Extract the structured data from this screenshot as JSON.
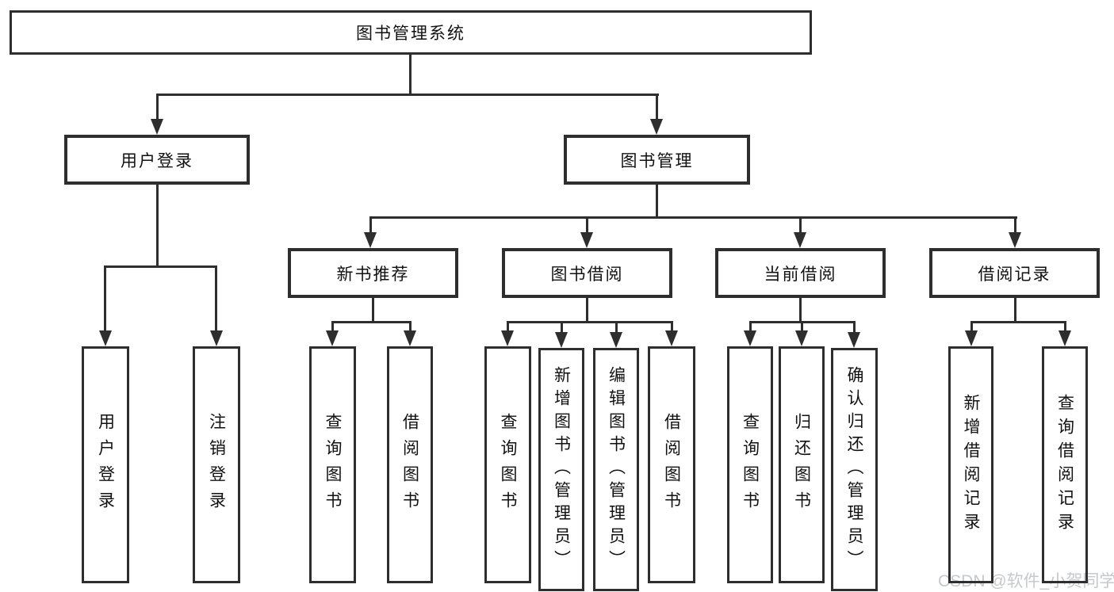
{
  "colors": {
    "line": "#2e2e2e",
    "text": "#111111",
    "background": "#ffffff",
    "watermark_color": "#c5c8ce"
  },
  "tree": {
    "root": {
      "label": "图书管理系统"
    },
    "level2": [
      {
        "label": "用户登录"
      },
      {
        "label": "图书管理"
      }
    ],
    "level3": [
      {
        "label": "新书推荐"
      },
      {
        "label": "图书借阅"
      },
      {
        "label": "当前借阅"
      },
      {
        "label": "借阅记录"
      }
    ],
    "leaves": {
      "user_login": [
        "用户登录",
        "注销登录"
      ],
      "new_book_recommend": [
        "查询图书",
        "借阅图书"
      ],
      "book_borrow": [
        "查询图书",
        "新增图书（管理员）",
        "编辑图书（管理员）",
        "借阅图书"
      ],
      "current_borrow": [
        "查询图书",
        "归还图书",
        "确认归还（管理员）"
      ],
      "borrow_records": [
        "新增借阅记录",
        "查询借阅记录"
      ]
    }
  },
  "watermark": {
    "text": "CSDN @软件_小贺同学"
  }
}
